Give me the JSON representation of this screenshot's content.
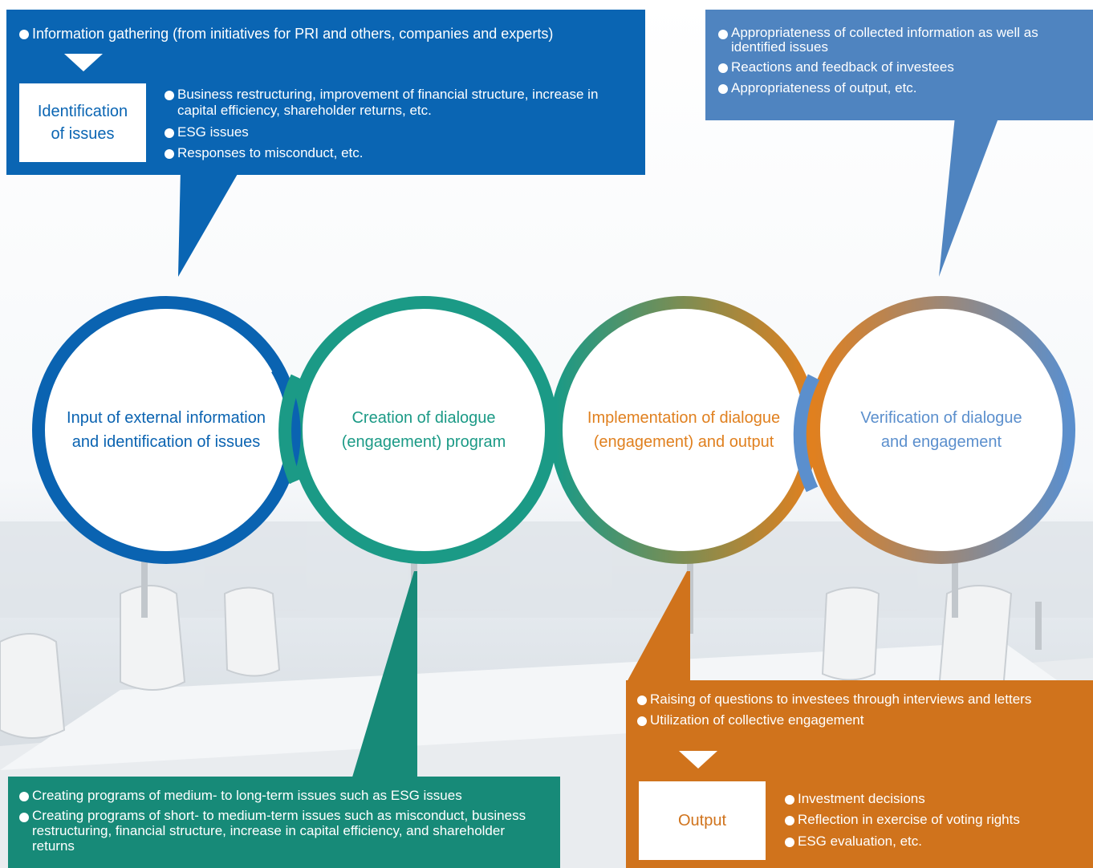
{
  "colors": {
    "step1": "#0a63b1",
    "step2": "#1b9a86",
    "step3": "#e0801f",
    "step4": "#5b8fcd",
    "box_top_left": "#0a65b3",
    "box_top_right": "#4f84c0",
    "box_bottom_left": "#178a78",
    "box_bottom_right": "#d0731c"
  },
  "steps": [
    {
      "line1": "Input of external information",
      "line2": "and identification of issues"
    },
    {
      "line1": "Creation of dialogue",
      "line2": "(engagement) program"
    },
    {
      "line1": "Implementation of dialogue",
      "line2": "(engagement) and output"
    },
    {
      "line1": "Verification of dialogue",
      "line2": "and engagement"
    }
  ],
  "box_identify": {
    "top_item": "Information gathering (from initiatives for PRI and others, companies and experts)",
    "label_line1": "Identification",
    "label_line2": "of issues",
    "items": [
      "Business restructuring, improvement of financial structure, increase in capital efficiency, shareholder returns, etc.",
      "ESG issues",
      "Responses to misconduct, etc."
    ]
  },
  "box_verify": {
    "items": [
      "Appropriateness of collected information as well as identified issues",
      "Reactions and feedback of investees",
      "Appropriateness of output, etc."
    ]
  },
  "box_program": {
    "items": [
      "Creating programs of medium- to long-term issues such as ESG issues",
      "Creating programs of short- to medium-term issues such as misconduct, business restructuring, financial structure, increase in capital efficiency, and shareholder returns"
    ]
  },
  "box_implement": {
    "top_items": [
      "Raising of questions to investees through interviews and letters",
      "Utilization of collective engagement"
    ],
    "label": "Output",
    "items": [
      "Investment decisions",
      "Reflection in exercise of voting rights",
      "ESG evaluation, etc."
    ]
  }
}
